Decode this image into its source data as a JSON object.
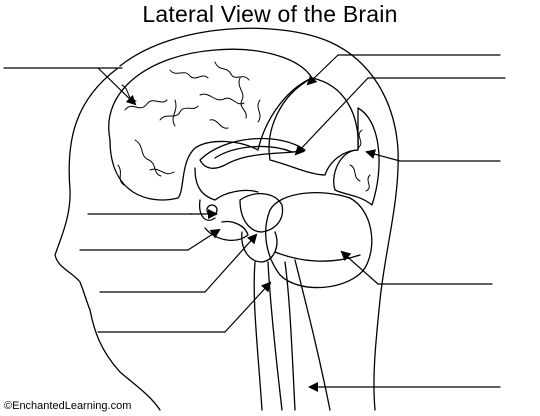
{
  "title": "Lateral View of the Brain",
  "credit": "©EnchantedLearning.com",
  "label_blank_count": 10,
  "colors": {
    "ink": "#000000",
    "paper": "#ffffff"
  }
}
